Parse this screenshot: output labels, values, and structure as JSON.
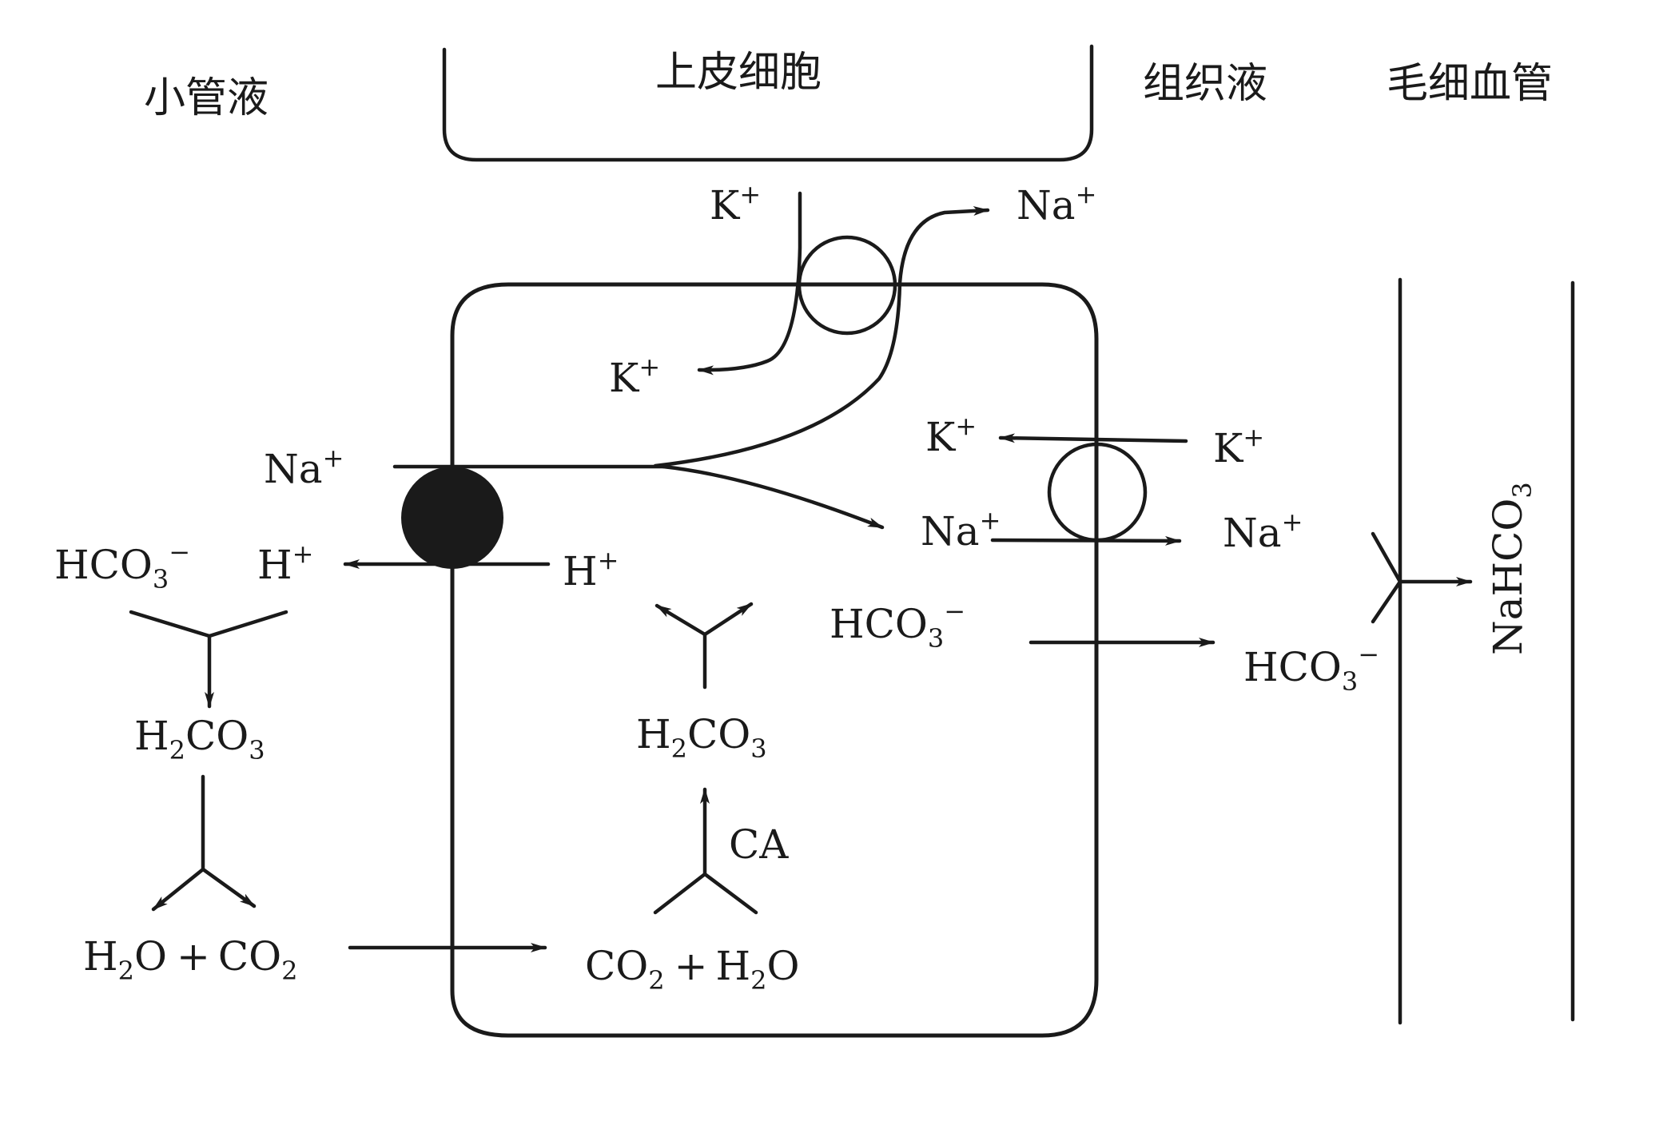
{
  "regions": {
    "tubular_fluid": "小管液",
    "epithelial_cell": "上皮细胞",
    "interstitial_fluid": "组织液",
    "capillary": "毛细血管"
  },
  "symbols": {
    "k_plus": "K",
    "na_plus": "Na",
    "h_plus": "H",
    "plus": "+",
    "minus": "−",
    "hco3": "HCO",
    "h2co3": "H",
    "co3": "CO",
    "h2o": "H",
    "o": "O",
    "co2": "CO",
    "two": "2",
    "three": "3",
    "ca": "CA",
    "nahco3": "NaHCO",
    "plus_sign": "+"
  },
  "colors": {
    "ink": "#1a1a1a",
    "background": "#ffffff"
  }
}
